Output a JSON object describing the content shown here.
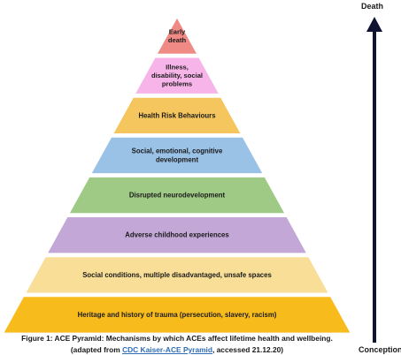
{
  "diagram": {
    "layers": [
      {
        "lines": [
          "Early",
          "death"
        ],
        "color": "#f08a85"
      },
      {
        "lines": [
          "Illness,",
          "disability, social",
          "problems"
        ],
        "color": "#f7b4e8"
      },
      {
        "lines": [
          "Health Risk Behaviours"
        ],
        "color": "#f6c65e"
      },
      {
        "lines": [
          "Social, emotional, cognitive",
          "development"
        ],
        "color": "#9ac1e6"
      },
      {
        "lines": [
          "Disrupted neurodevelopment"
        ],
        "color": "#9fca85"
      },
      {
        "lines": [
          "Adverse childhood experiences"
        ],
        "color": "#c3a7d6"
      },
      {
        "lines": [
          "Social conditions, multiple disadvantaged, unsafe spaces"
        ],
        "color": "#f8de96"
      },
      {
        "lines": [
          "Heritage and history of trauma (persecution, slavery, racism)"
        ],
        "color": "#f7bb1c"
      }
    ],
    "arrow": {
      "top_label": "Death",
      "bottom_label": "Conception",
      "color": "#0d1330"
    }
  },
  "caption": {
    "line1": "Figure 1: ACE Pyramid: Mechanisms by which ACEs affect lifetime health and wellbeing.",
    "line2_prefix": "(adapted from ",
    "line2_link": "CDC Kaiser-ACE Pyramid",
    "line2_suffix": ", accessed 21.12.20)"
  }
}
